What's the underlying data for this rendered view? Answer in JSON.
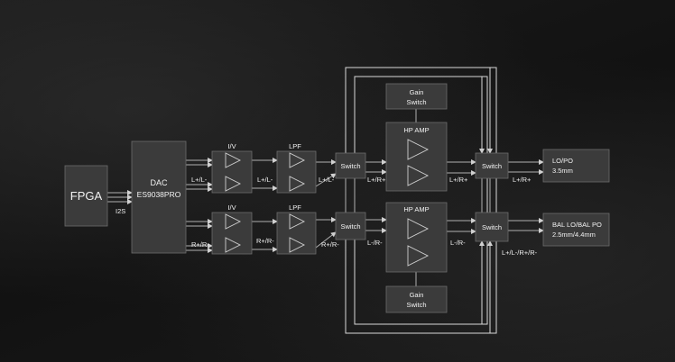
{
  "blocks": {
    "fpga": "FPGA",
    "dac_line1": "DAC",
    "dac_line2": "ES9038PRO",
    "iv": "I/V",
    "lpf": "LPF",
    "switch": "Switch",
    "hp_amp": "HP AMP",
    "gain_line1": "Gain",
    "gain_line2": "Switch",
    "out_top_line1": "LO/PO",
    "out_top_line2": "3.5mm",
    "out_bot_line1": "BAL LO/BAL PO",
    "out_bot_line2": "2.5mm/4.4mm"
  },
  "signals": {
    "i2s": "I2S",
    "lplus_lminus": "L+/L-",
    "rplus_rminus": "R+/R-",
    "lplus_rplus": "L+/R+",
    "lminus_rminus": "L-/R-",
    "all": "L+/L-/R+/R-"
  },
  "colors": {
    "background": "#161616",
    "block_fill": "#3b3b3b",
    "line": "#b0b0b0",
    "text": "#f2f2f2"
  }
}
